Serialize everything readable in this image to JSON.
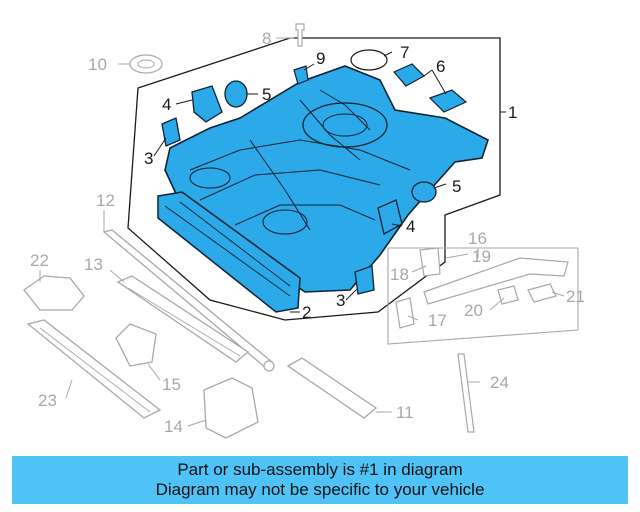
{
  "callouts": {
    "c1": "1",
    "c2": "2",
    "c3a": "3",
    "c3b": "3",
    "c4a": "4",
    "c4b": "4",
    "c5a": "5",
    "c5b": "5",
    "c6": "6",
    "c7": "7",
    "c8": "8",
    "c9": "9",
    "c10": "10",
    "c11": "11",
    "c12": "12",
    "c13": "13",
    "c14": "14",
    "c15": "15",
    "c16": "16",
    "c17": "17",
    "c18": "18",
    "c19": "19",
    "c20": "20",
    "c21": "21",
    "c22": "22",
    "c23": "23",
    "c24": "24"
  },
  "banner": {
    "line1": "Part or sub-assembly is #1 in diagram",
    "line2": "Diagram may not be specific to your vehicle"
  },
  "colors": {
    "highlight_part": "#2ba9e8",
    "outline": "#1a1a1a",
    "secondary_part": "#a8a8a8",
    "banner": "#4fc3f7"
  }
}
